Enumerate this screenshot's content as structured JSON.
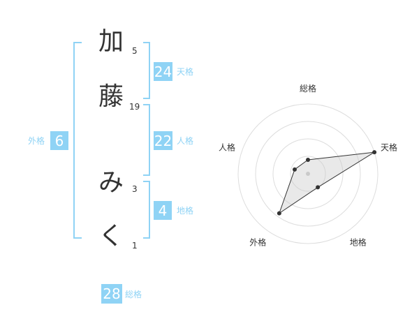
{
  "name": {
    "chars": [
      {
        "char": "加",
        "strokes": "5"
      },
      {
        "char": "藤",
        "strokes": "19"
      },
      {
        "char": "み",
        "strokes": "3"
      },
      {
        "char": "く",
        "strokes": "1"
      }
    ]
  },
  "fortunes": {
    "tenkaku": {
      "value": "24",
      "label": "天格"
    },
    "jinkaku": {
      "value": "22",
      "label": "人格"
    },
    "chikaku": {
      "value": "4",
      "label": "地格"
    },
    "gaikaku": {
      "value": "6",
      "label": "外格"
    },
    "soukaku": {
      "value": "28",
      "label": "総格"
    }
  },
  "colors": {
    "accent": "#8fd3f5",
    "text": "#333333",
    "ring": "#dddddd"
  },
  "chart_data": {
    "type": "radar",
    "axes": [
      "総格",
      "天格",
      "地格",
      "外格",
      "人格"
    ],
    "values": [
      1,
      5,
      1.2,
      3.5,
      1
    ],
    "rmax": 5,
    "rings": 4
  }
}
